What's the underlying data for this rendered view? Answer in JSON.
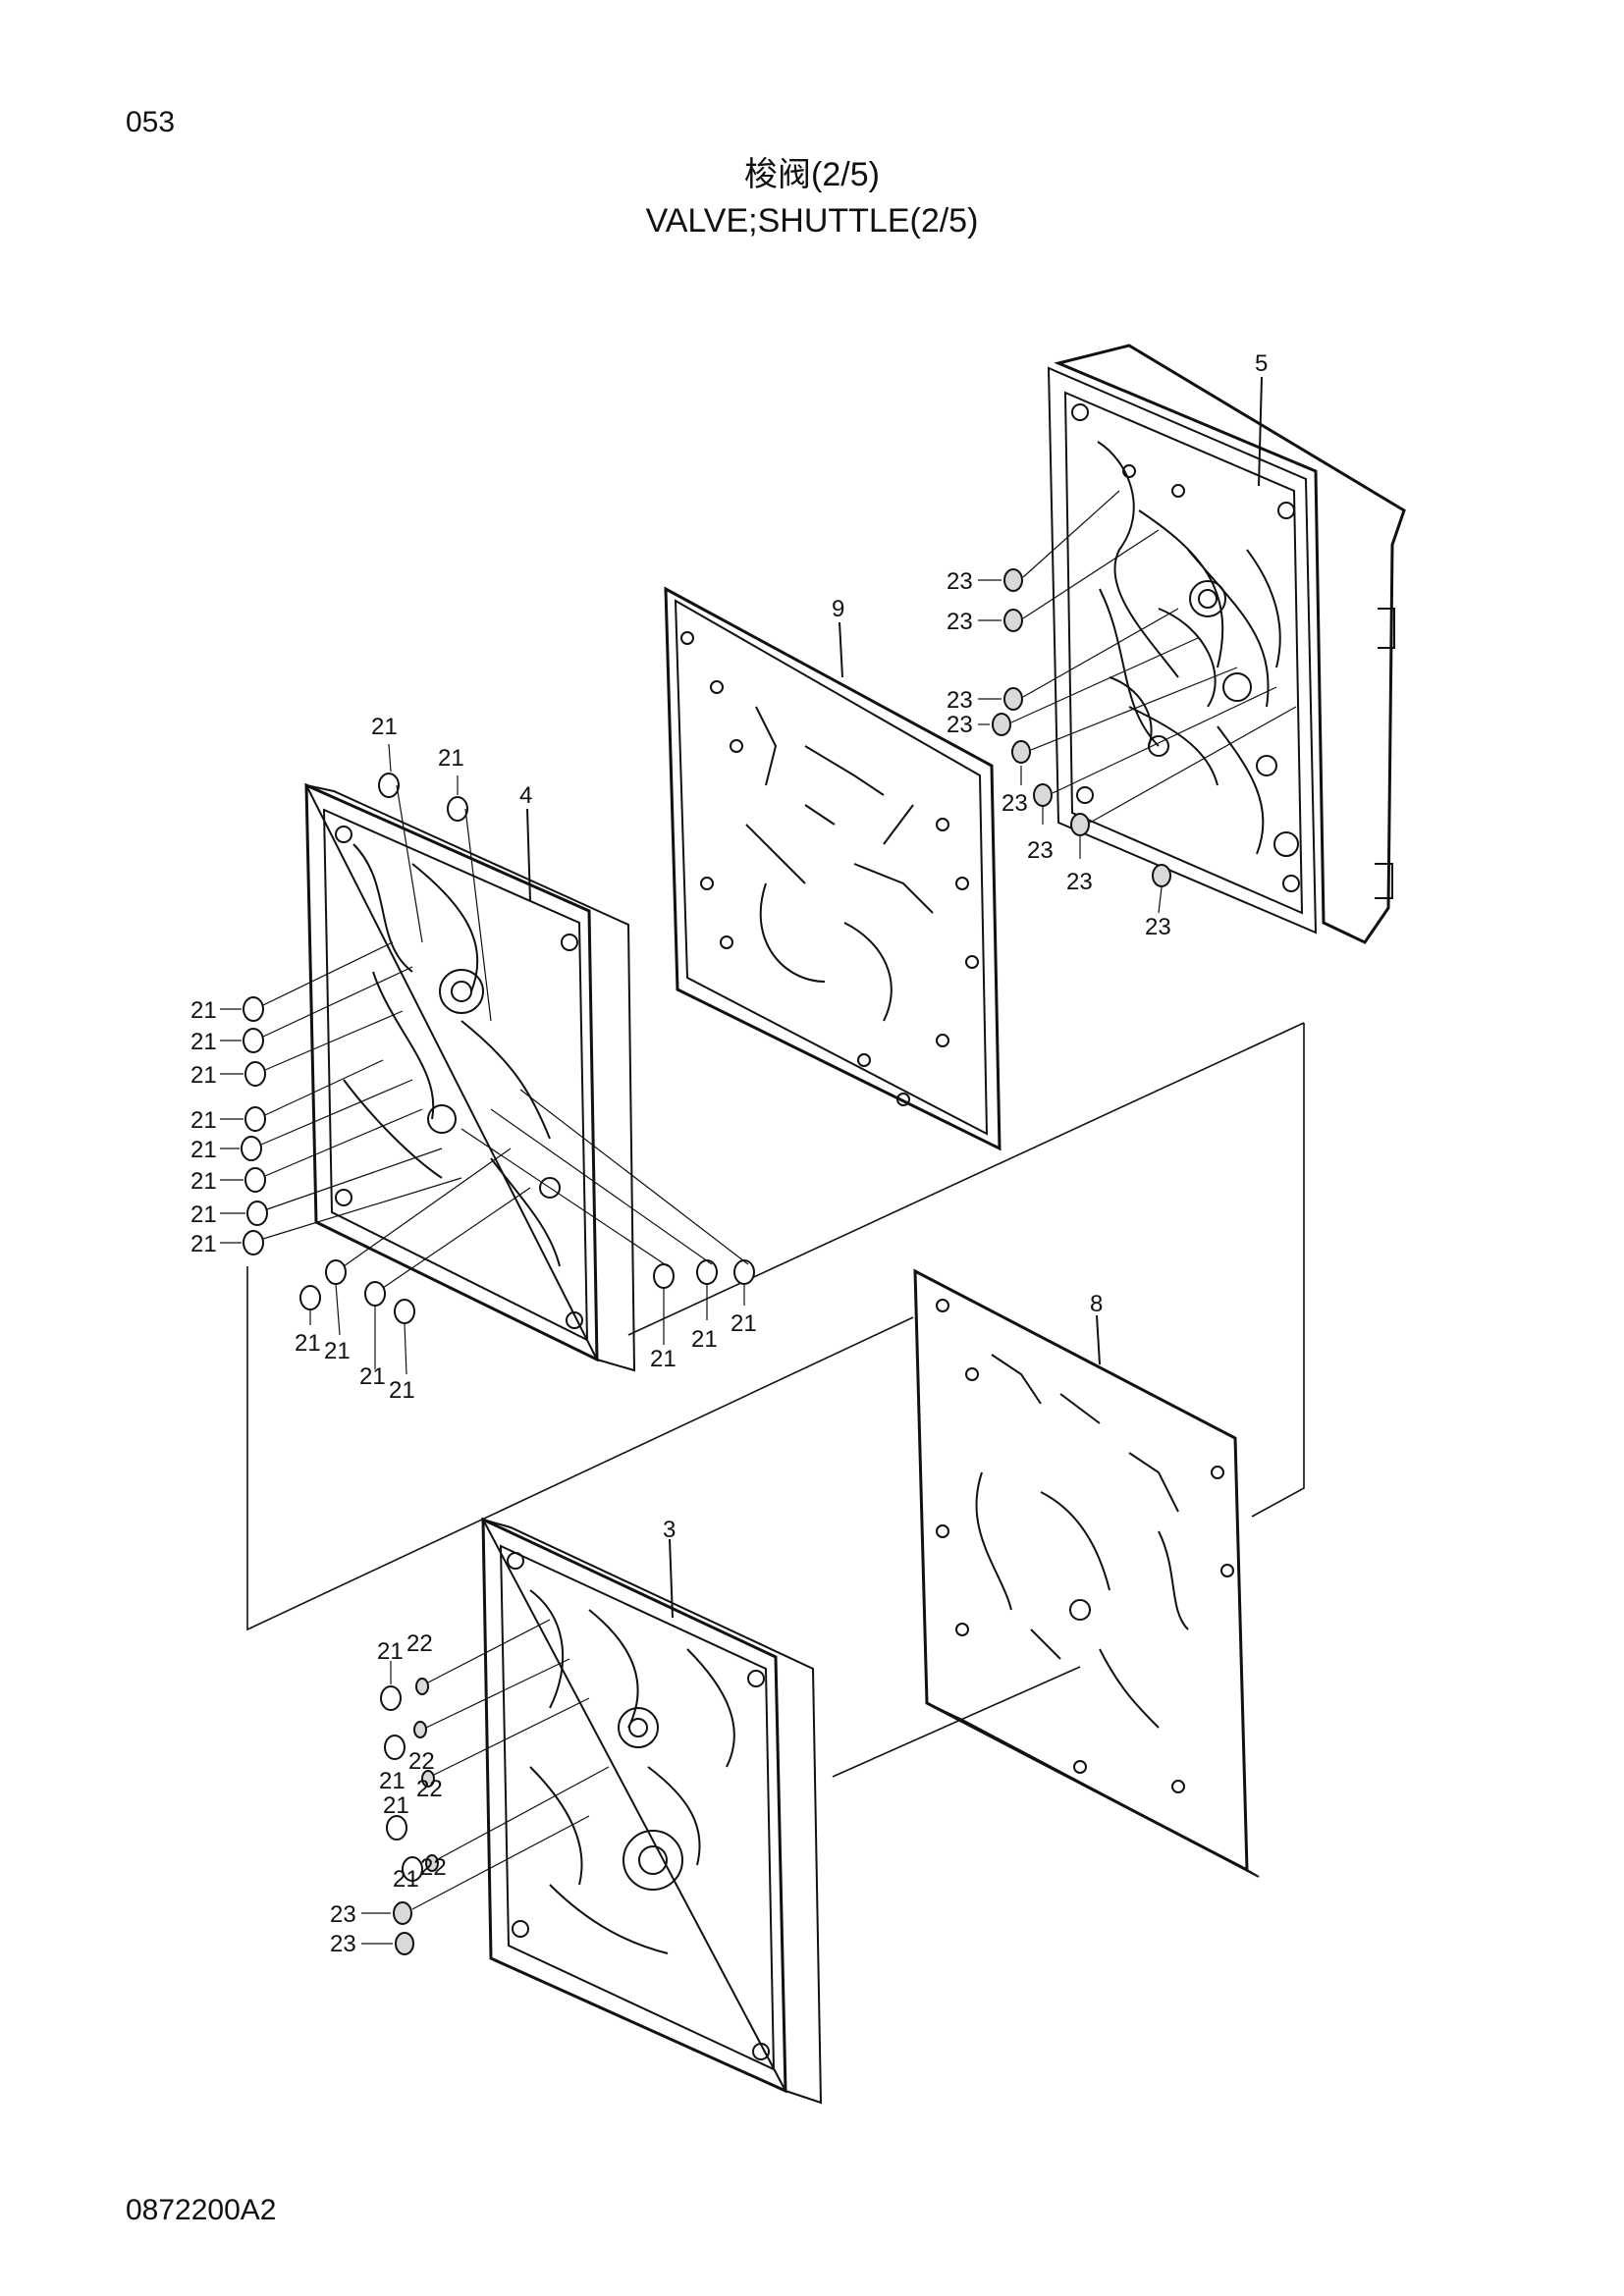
{
  "page_number": "053",
  "title_cn": "梭阀(2/5)",
  "title_en": "VALVE;SHUTTLE(2/5)",
  "footer_code": "0872200A2",
  "colors": {
    "line": "#111111",
    "background": "#ffffff",
    "seal_fill": "#d9d9d9"
  },
  "callouts": {
    "c3": "3",
    "c4": "4",
    "c5": "5",
    "c8": "8",
    "c9": "9",
    "c21": "21",
    "c22": "22",
    "c23": "23"
  }
}
